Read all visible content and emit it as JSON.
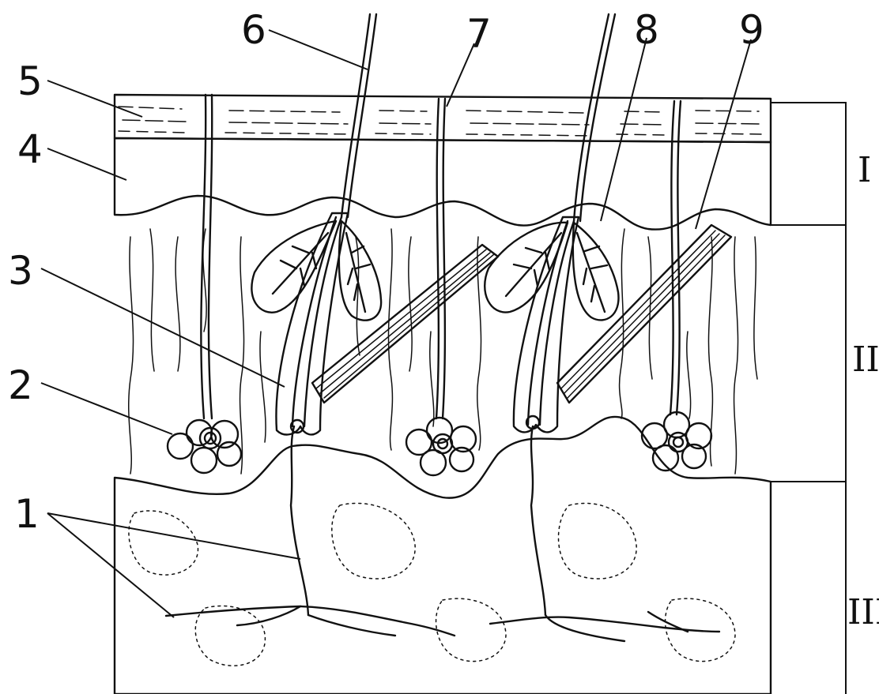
{
  "labels": {
    "n1": "1",
    "n2": "2",
    "n3": "3",
    "n4": "4",
    "n5": "5",
    "n6": "6",
    "n7": "7",
    "n8": "8",
    "n9": "9"
  },
  "layers": {
    "l1": "I",
    "l2": "II",
    "l3": "III"
  },
  "colors": {
    "ink": "#111111",
    "paper": "#ffffff"
  }
}
